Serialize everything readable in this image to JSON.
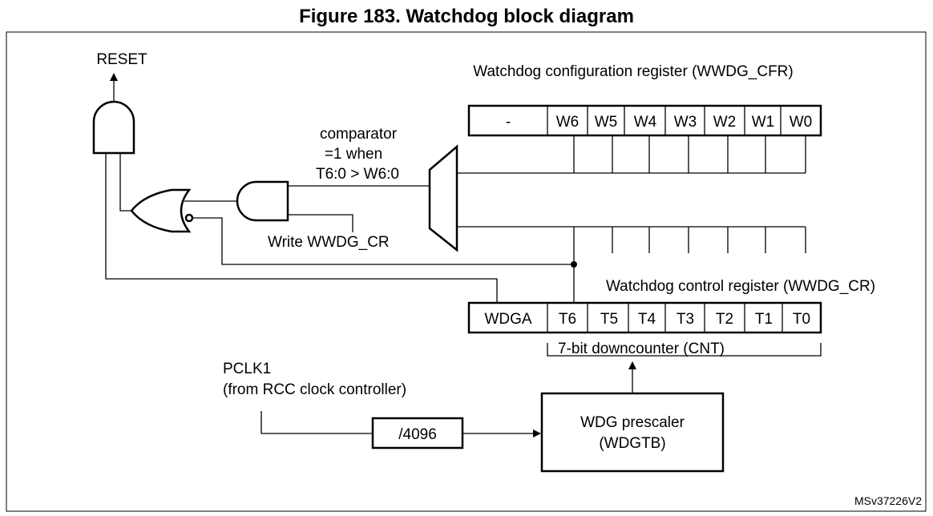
{
  "title": "Figure 183. Watchdog block diagram",
  "reset_label": "RESET",
  "cfr": {
    "title": "Watchdog configuration register (WWDG_CFR)",
    "cells": [
      "-",
      "W6",
      "W5",
      "W4",
      "W3",
      "W2",
      "W1",
      "W0"
    ]
  },
  "comparator": {
    "line1": "comparator",
    "line2": "=1 when",
    "line3": "T6:0 > W6:0"
  },
  "write_label": "Write WWDG_CR",
  "cr": {
    "title": "Watchdog control register (WWDG_CR)",
    "cells": [
      "WDGA",
      "T6",
      "T5",
      "T4",
      "T3",
      "T2",
      "T1",
      "T0"
    ],
    "downcounter_label": "7-bit downcounter (CNT)"
  },
  "pclk": {
    "line1": "PCLK1",
    "line2": "(from RCC clock controller)"
  },
  "divider_label": "/4096",
  "prescaler": {
    "line1": "WDG prescaler",
    "line2": "(WDGTB)"
  },
  "doc_id": "MSv37226V2"
}
